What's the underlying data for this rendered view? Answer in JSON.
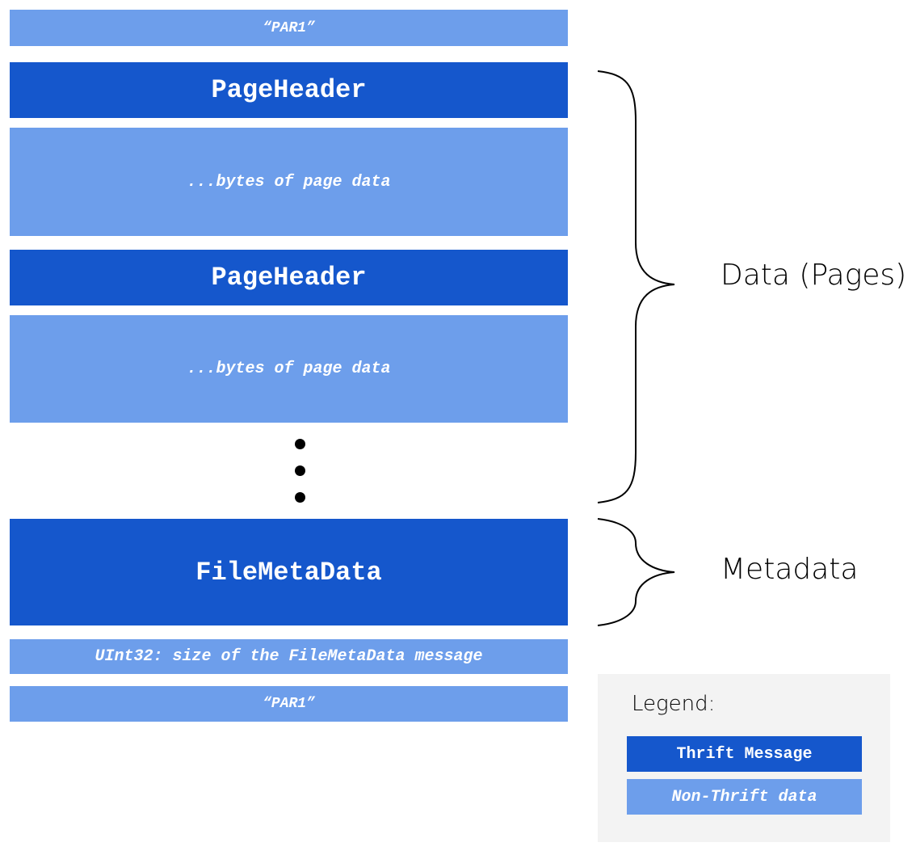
{
  "blocks": {
    "magic_top": "“PAR1”",
    "page_header_1": "PageHeader",
    "page_data_1": "...bytes of page data",
    "page_header_2": "PageHeader",
    "page_data_2": "...bytes of page data",
    "file_metadata": "FileMetaData",
    "size_field": "UInt32: size of the FileMetaData message",
    "magic_bottom": "“PAR1”"
  },
  "braces": {
    "data_label": "Data (Pages)",
    "metadata_label": "Metadata"
  },
  "legend": {
    "title": "Legend:",
    "thrift_label": "Thrift Message",
    "non_thrift_label": "Non-Thrift data"
  },
  "colors": {
    "thrift_message": "#1557cc",
    "non_thrift_data": "#6d9eeb",
    "legend_background": "#f3f3f3"
  }
}
